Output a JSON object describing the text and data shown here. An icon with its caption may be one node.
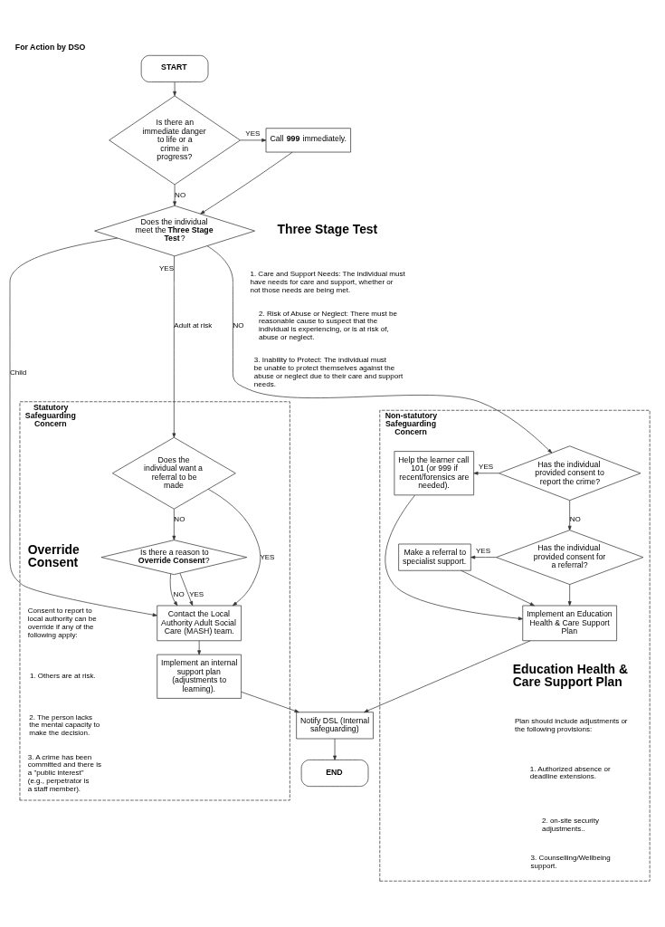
{
  "diagram": {
    "title": "For Action by DSO",
    "nodes": [
      {
        "text": [
          "START"
        ]
      },
      {
        "text": [
          "Is there an immediate danger to life or a crime in progress?"
        ]
      },
      {
        "text": [
          "Call **999** immediately."
        ]
      },
      {
        "text": [
          "Does the individual meet the **Three Stage Test**?"
        ]
      },
      {
        "text": [
          "Statutory Safeguarding Concern"
        ]
      },
      {
        "text": [
          "Does the individual want a referral to be made"
        ],
        "in": 4
      },
      {
        "text": [
          "Is there a reason to **Override Consent**?"
        ],
        "in": 4
      },
      {
        "text": [
          "Contact the Local Authority Adult Social Care (MASH) team."
        ],
        "in": 4
      },
      {
        "text": [
          "Implement an internal support plan (adjustments to learning)."
        ],
        "in": 4
      },
      {
        "text": [
          "Non-statutory Safeguarding Concern"
        ]
      },
      {
        "text": [
          "Has the individual provided consent to report the crime?"
        ],
        "in": 9
      },
      {
        "text": [
          "Help the learner call 101 (or 999 if recent/forensics are needed)."
        ],
        "in": 9
      },
      {
        "text": [
          "Has the individual provided consent for a referral?"
        ],
        "in": 9
      },
      {
        "text": [
          "Make a referral to specialist support."
        ],
        "in": 9
      },
      {
        "text": [
          "Implement an Education Health & Care Support Plan"
        ],
        "in": 9
      },
      {
        "text": [
          "Notify DSL (Internal safeguarding)"
        ]
      },
      {
        "text": [
          "END"
        ]
      }
    ],
    "edges": [
      {
        "from": 0,
        "to": 1,
        "arrow": "to"
      },
      {
        "from": 1,
        "to": 2,
        "arrow": "to",
        "label": "YES"
      },
      {
        "from": 1,
        "to": 3,
        "arrow": "to",
        "label": "NO"
      },
      {
        "from": 2,
        "to": 3,
        "arrow": "to"
      },
      {
        "from": 3,
        "to": 5,
        "arrow": "to",
        "label": "Adult at risk"
      },
      {
        "from": 3,
        "to": 7,
        "arrow": "to",
        "label": "Child"
      },
      {
        "from": 3,
        "to": 10,
        "arrow": "to",
        "label": "NO"
      },
      {
        "from": 5,
        "to": 7,
        "arrow": "to",
        "label": "YES"
      },
      {
        "from": 5,
        "to": 6,
        "arrow": "to",
        "label": "NO"
      },
      {
        "from": 6,
        "to": 7,
        "arrow": "to",
        "label": "YES"
      },
      {
        "from": 6,
        "to": 7,
        "arrow": "to",
        "label": "NO"
      },
      {
        "from": 7,
        "to": 8,
        "arrow": "to"
      },
      {
        "from": 8,
        "to": 15,
        "arrow": "to"
      },
      {
        "from": 10,
        "to": 11,
        "arrow": "to",
        "label": "YES"
      },
      {
        "from": 10,
        "to": 12,
        "arrow": "to",
        "label": "NO"
      },
      {
        "from": 12,
        "to": 13,
        "arrow": "to",
        "label": "YES"
      },
      {
        "from": 12,
        "to": 14,
        "arrow": "to"
      },
      {
        "from": 13,
        "to": 14,
        "arrow": "to"
      },
      {
        "from": 11,
        "to": 14,
        "arrow": "to"
      },
      {
        "from": 14,
        "to": 15,
        "arrow": "to"
      },
      {
        "from": 15,
        "to": 16,
        "arrow": "to"
      }
    ],
    "labels": [
      "Three Stage Test",
      "1. Care and Support Needs: The individual must have needs for care and support, whether or not those needs are being met.",
      "2. Risk of Abuse or Neglect: There must be reasonable cause to suspect that the individual is experiencing, or is at risk of, abuse or neglect.",
      "3. Inability to Protect: The individual must be unable to protect themselves against the abuse or neglect due to their care and support needs.",
      "YES",
      "Override Consent",
      "Consent to report to local authority can be override if any of the following apply:",
      "1. Others are at risk.",
      "2. The person lacks the mental capacity to make the decision.",
      "3. A crime has been committed and there is a \"public interest\" (e.g., perpetrator is a staff member).",
      "Education Health & Care Support Plan",
      "Plan should include adjustments or the following provisions:",
      "1. Authorized absence or deadline extensions.",
      "2. on-site security adjustments..",
      "3. Counselling/Wellbeing support."
    ]
  }
}
